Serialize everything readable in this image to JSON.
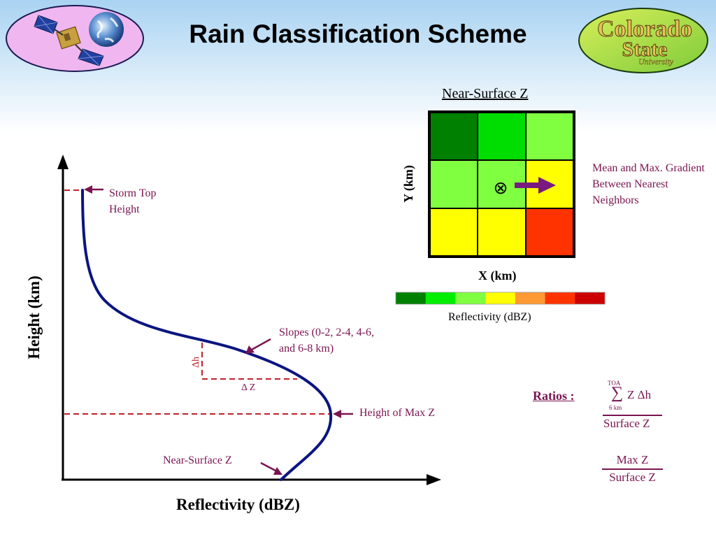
{
  "slide": {
    "title": "Rain Classification Scheme",
    "logo_text": "Colorado State University"
  },
  "profile": {
    "x_axis_label": "Reflectivity (dBZ)",
    "y_axis_label": "Height (km)",
    "storm_top_label": "Storm Top Height",
    "slopes_label": "Slopes (0-2, 2-4, 4-6, and 6-8 km)",
    "delta_h_label": "Δh",
    "delta_z_label": "Δ Z",
    "max_z_label": "Height of Max Z",
    "near_surface_label": "Near-Surface Z"
  },
  "grid": {
    "title": "Near-Surface Z",
    "x_label": "X (km)",
    "y_label": "Y (km)",
    "center_symbol": "⊗",
    "annotation": "Mean and Max. Gradient Between Nearest Neighbors",
    "cells": [
      [
        "#008000",
        "#00dd00",
        "#80ff40"
      ],
      [
        "#80ff40",
        "#80ff40",
        "#ffff00"
      ],
      [
        "#ffff00",
        "#ffff00",
        "#ff3300"
      ]
    ]
  },
  "colorbar": {
    "label": "Reflectivity (dBZ)",
    "colors": [
      "#008000",
      "#00ee00",
      "#80ff40",
      "#ffff00",
      "#ff9933",
      "#ff3300",
      "#cc0000"
    ]
  },
  "ratios": {
    "label": "Ratios :",
    "sum_top": "TOA",
    "sum_bottom": "6 km",
    "sum_symbol": "∑",
    "sum_term": "Z Δh",
    "ratio1_denominator": "Surface Z",
    "ratio2_numerator": "Max Z",
    "ratio2_denominator": "Surface Z"
  }
}
